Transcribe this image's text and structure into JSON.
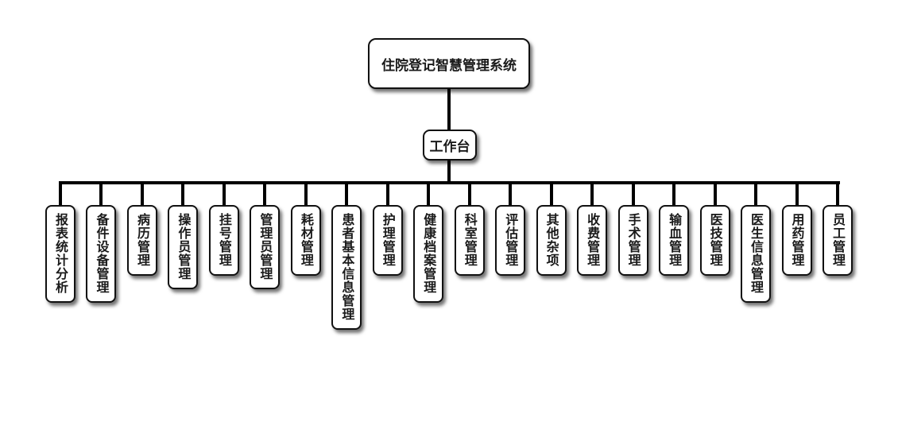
{
  "root": {
    "title": "住院登记智慧管理系统"
  },
  "hub": {
    "label": "工作台"
  },
  "modules": [
    {
      "label": "报表统计分析"
    },
    {
      "label": "备件设备管理"
    },
    {
      "label": "病历管理"
    },
    {
      "label": "操作员管理"
    },
    {
      "label": "挂号管理"
    },
    {
      "label": "管理员管理"
    },
    {
      "label": "耗材管理"
    },
    {
      "label": "患者基本信息管理"
    },
    {
      "label": "护理管理"
    },
    {
      "label": "健康档案管理"
    },
    {
      "label": "科室管理"
    },
    {
      "label": "评估管理"
    },
    {
      "label": "其他杂项"
    },
    {
      "label": "收费管理"
    },
    {
      "label": "手术管理"
    },
    {
      "label": "输血管理"
    },
    {
      "label": "医技管理"
    },
    {
      "label": "医生信息管理"
    },
    {
      "label": "用药管理"
    },
    {
      "label": "员工管理"
    }
  ]
}
